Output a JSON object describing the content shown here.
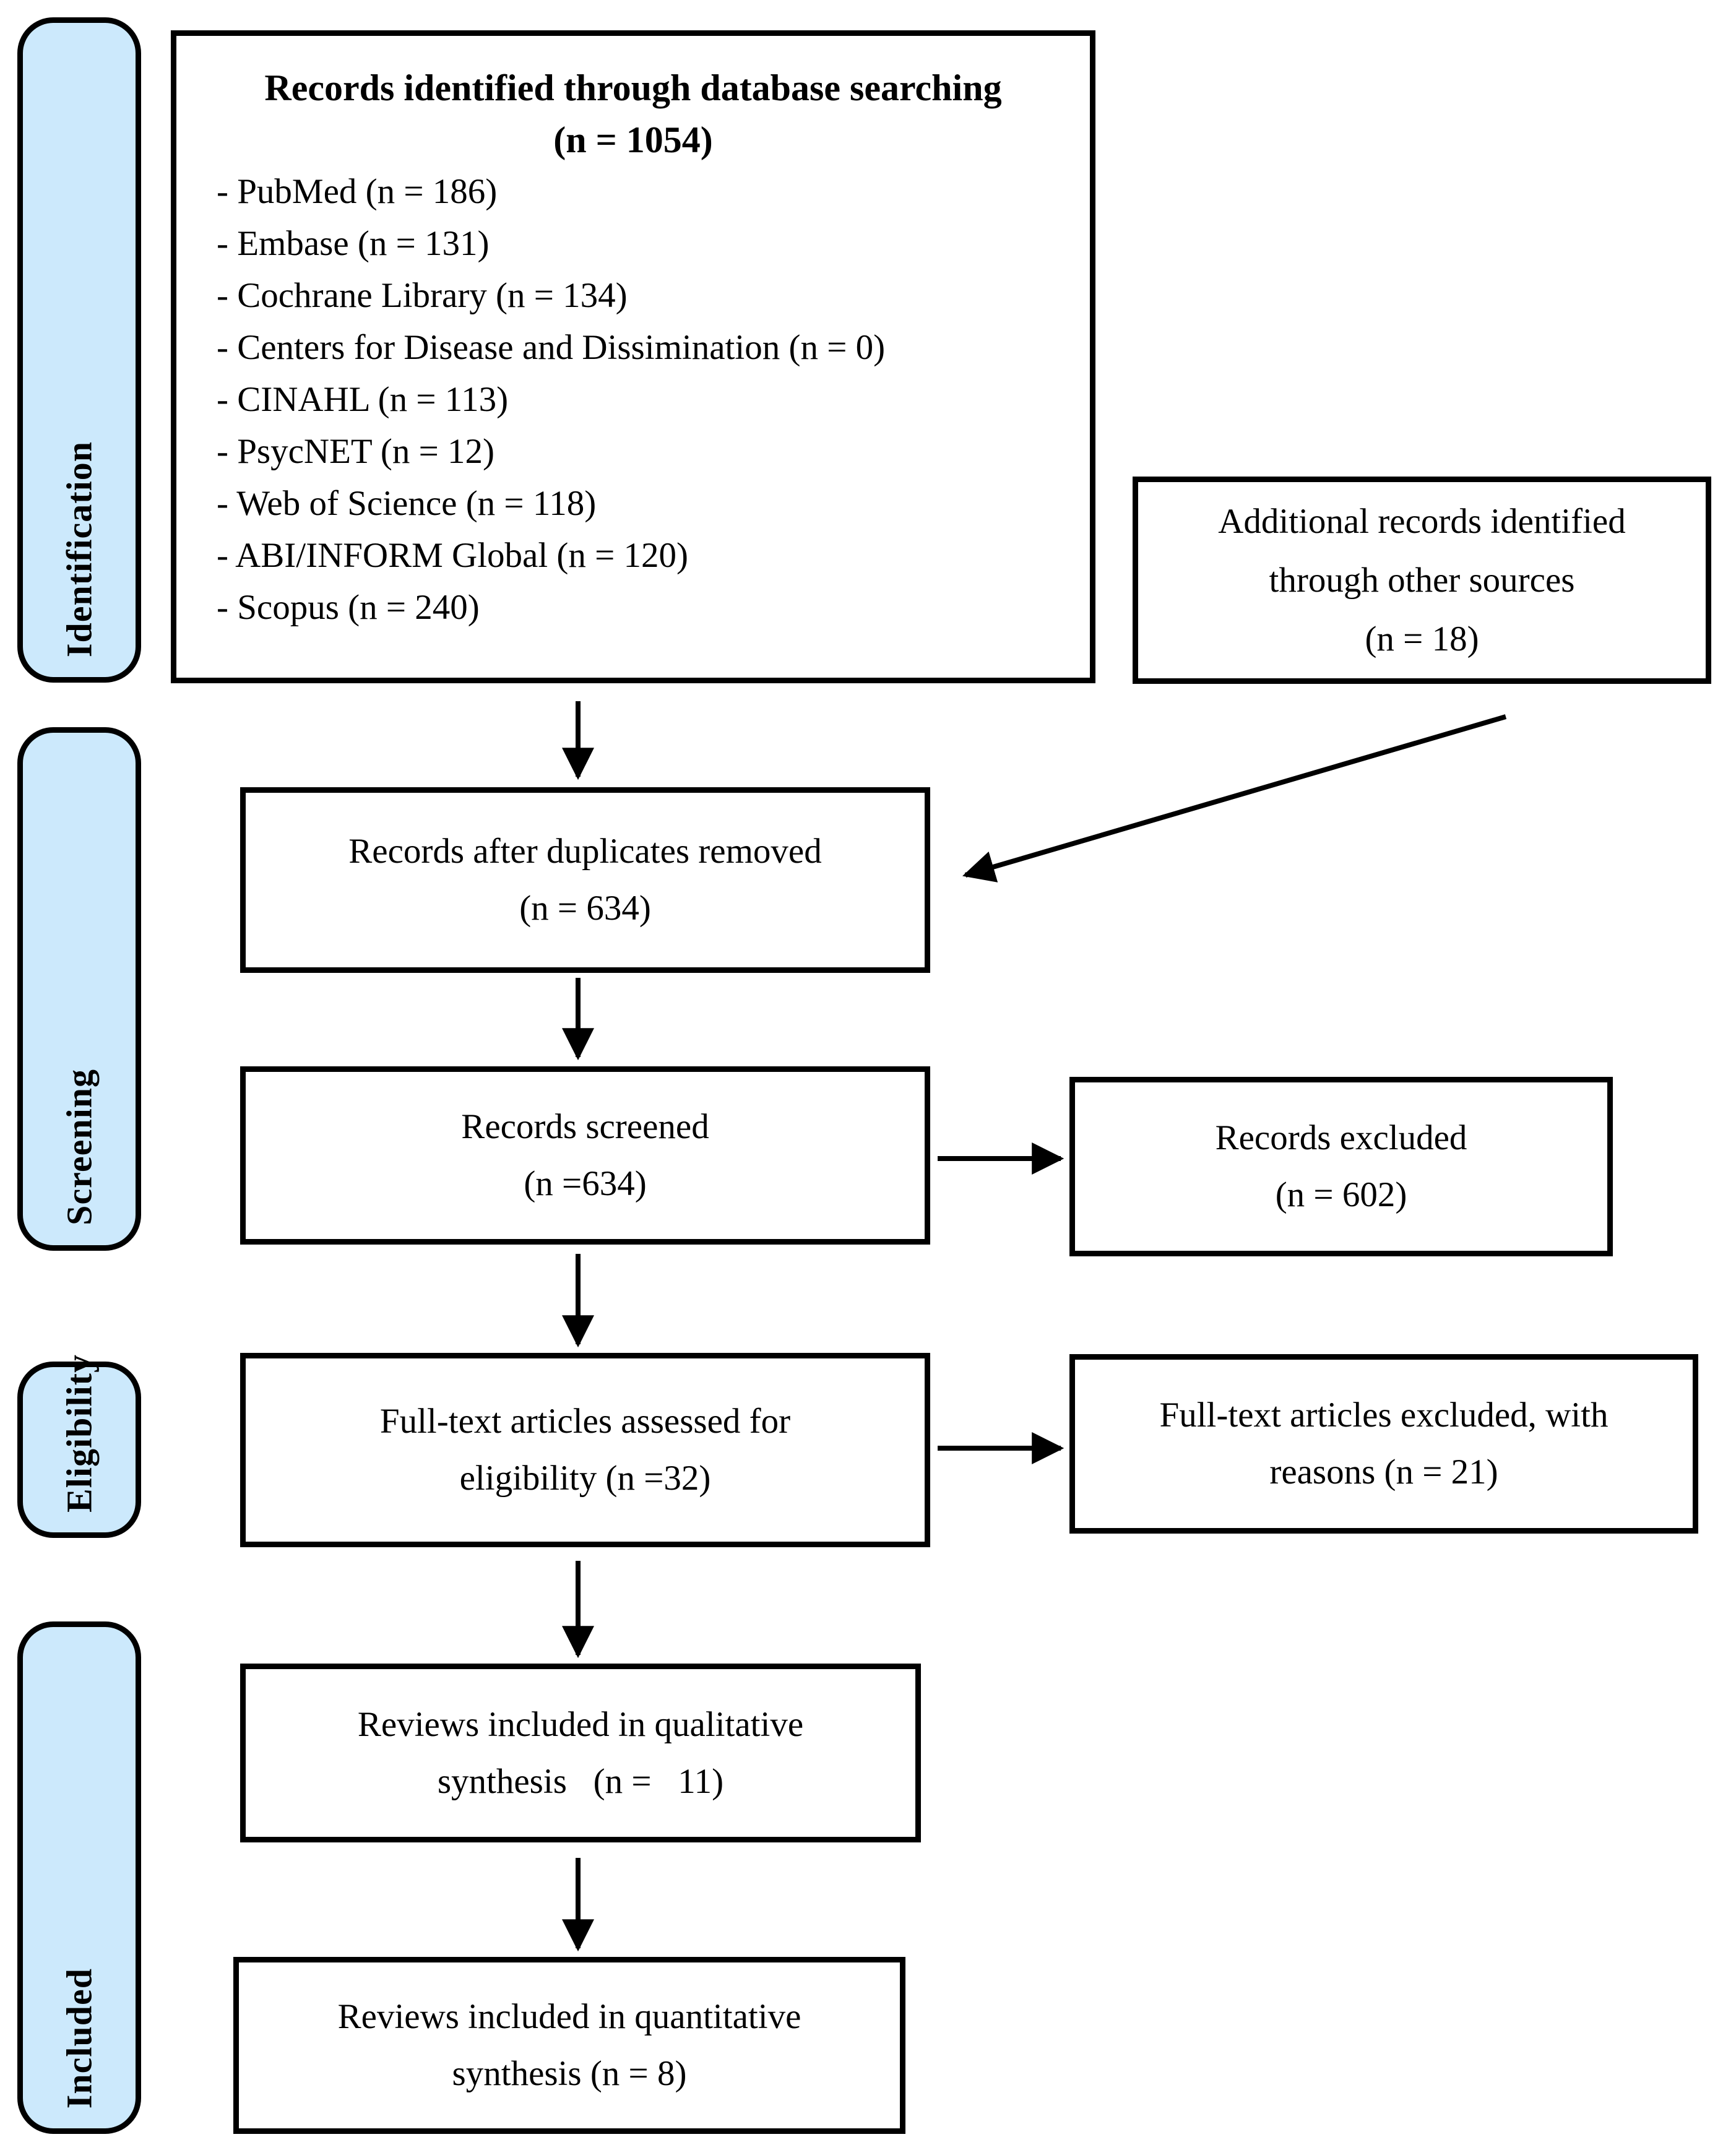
{
  "diagram": {
    "kind": "PRISMA flow diagram",
    "background_color": "#ffffff",
    "box_border_color": "#000000",
    "stage_fill_color": "#cce9fc"
  },
  "stages": [
    {
      "label": "Identification"
    },
    {
      "label": "Screening"
    },
    {
      "label": "Eligibility"
    },
    {
      "label": "Included"
    }
  ],
  "boxes": {
    "database": {
      "title_line1": "Records identified through database searching",
      "title_line2": "(n = 1054)",
      "items": [
        "- PubMed (n = 186)",
        "- Embase (n = 131)",
        "- Cochrane Library (n = 134)",
        "- Centers for Disease and Dissimination (n = 0)",
        "- CINAHL (n = 113)",
        "- PsycNET (n = 12)",
        "- Web of Science (n = 118)",
        "- ABI/INFORM Global (n = 120)",
        "- Scopus (n = 240)"
      ]
    },
    "additional": {
      "lines": [
        "Additional records identified",
        "through other sources",
        "(n = 18)"
      ]
    },
    "duplicates": {
      "lines": [
        "Records after duplicates removed",
        "(n = 634)"
      ]
    },
    "screened": {
      "lines": [
        "Records screened",
        "(n =634)"
      ]
    },
    "excluded": {
      "lines": [
        "Records excluded",
        "(n = 602)"
      ]
    },
    "fulltext": {
      "lines": [
        "Full-text articles assessed for",
        "eligibility (n =32)"
      ]
    },
    "ft_excluded": {
      "lines": [
        "Full-text articles excluded, with",
        "reasons (n = 21)"
      ]
    },
    "qualitative": {
      "lines": [
        "Reviews included in qualitative",
        "synthesis   (n =   11)"
      ]
    },
    "quantitative": {
      "lines": [
        "Reviews included in quantitative",
        "synthesis (n = 8)"
      ]
    }
  }
}
